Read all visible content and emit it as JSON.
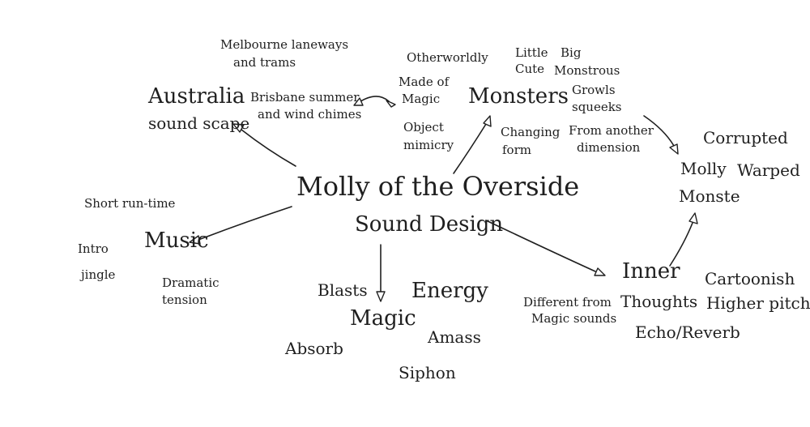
{
  "center": {
    "line1": "Molly of the Overside",
    "line2": "Sound Design"
  },
  "australia": {
    "title": "Australia",
    "subtitle": "sound scape",
    "melbourne": [
      "Melbourne laneways",
      "and trams"
    ],
    "brisbane": [
      "Brisbane summer",
      "and wind chimes"
    ]
  },
  "monsters": {
    "title": "Monsters",
    "otherworldly": "Otherworldly",
    "little": [
      "Little",
      "Cute"
    ],
    "big": [
      "Big",
      "Monstrous"
    ],
    "made_of_magic": [
      "Made of",
      "Magic"
    ],
    "object_mimicry": [
      "Object",
      "mimicry"
    ],
    "growls": [
      "Growls",
      "squeeks"
    ],
    "changing_form": [
      "Changing",
      "form"
    ],
    "from_another_dimension": [
      "From another",
      "dimension"
    ]
  },
  "molly_monster": {
    "corrupted": "Corrupted",
    "molly": "Molly",
    "warped": "Warped",
    "monste": "Monste"
  },
  "music": {
    "title": "Music",
    "short_runtime": "Short run-time",
    "intro_jingle": [
      "Intro",
      "jingle"
    ],
    "dramatic_tension": [
      "Dramatic",
      "tension"
    ]
  },
  "magic": {
    "title": "Magic",
    "blasts": "Blasts",
    "energy": "Energy",
    "absorb": "Absorb",
    "amass": "Amass",
    "siphon": "Siphon"
  },
  "inner_thoughts": {
    "title": [
      "Inner",
      "Thoughts"
    ],
    "different": [
      "Different from",
      "Magic sounds"
    ],
    "cartoonish": [
      "Cartoonish",
      "Higher pitch"
    ],
    "echo": "Echo/Reverb"
  }
}
